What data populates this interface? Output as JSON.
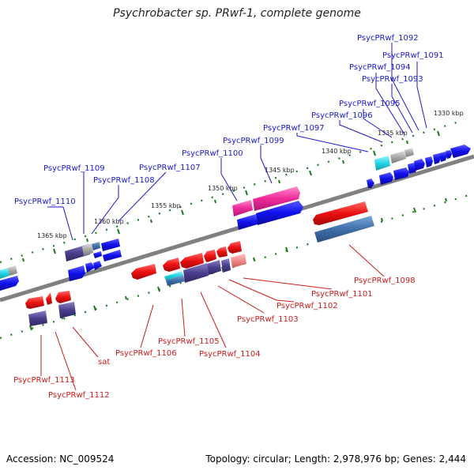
{
  "title": "Psychrobacter sp. PRwf-1, complete genome",
  "footer": {
    "accession": "Accession: NC_009524",
    "summary": "Topology: circular; Length: 2,978,976 bp; Genes: 2,444"
  },
  "colors": {
    "forward": "#1010ee",
    "reverse": "#ee1010",
    "pink": "#ee2a9a",
    "cyan": "#22d4e4",
    "slate": "#3f6fa8",
    "purple": "#4b3f8c",
    "gray": "#9a9a9a",
    "tick": "#1c7a1c"
  },
  "ticks": [
    "1330 kbp",
    "1335 kbp",
    "1340 kbp",
    "1345 kbp",
    "1350 kbp",
    "1355 kbp",
    "1360 kbp",
    "1365 kbp"
  ],
  "forward_labels": [
    "PsycPRwf_1092",
    "PsycPRwf_1091",
    "PsycPRwf_1094",
    "PsycPRwf_1093",
    "PsycPRwf_1095",
    "PsycPRwf_1096",
    "PsycPRwf_1097",
    "PsycPRwf_1099",
    "PsycPRwf_1100",
    "PsycPRwf_1107",
    "PsycPRwf_1109",
    "PsycPRwf_1108",
    "PsycPRwf_1110"
  ],
  "reverse_labels": [
    "PsycPRwf_1098",
    "PsycPRwf_1101",
    "PsycPRwf_1102",
    "PsycPRwf_1103",
    "PsycPRwf_1105",
    "PsycPRwf_1104",
    "PsycPRwf_1106",
    "sat",
    "PsycPRwf_1113",
    "PsycPRwf_1112"
  ]
}
